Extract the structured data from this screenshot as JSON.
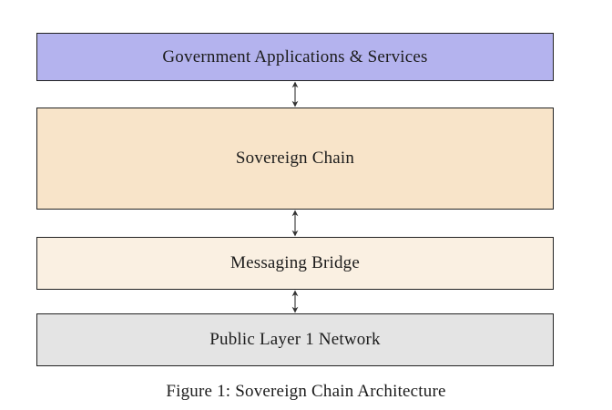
{
  "figure": {
    "caption": "Figure 1: Sovereign Chain Architecture",
    "layers": [
      {
        "label": "Government Applications & Services",
        "fill": "#b4b3ee"
      },
      {
        "label": "Sovereign Chain",
        "fill": "#f8e4c9"
      },
      {
        "label": "Messaging Bridge",
        "fill": "#faf0e2"
      },
      {
        "label": "Public Layer 1 Network",
        "fill": "#e4e4e4"
      }
    ],
    "connectors": [
      {
        "between": "Government Applications & Services / Sovereign Chain",
        "type": "bidirectional-arrow"
      },
      {
        "between": "Sovereign Chain / Messaging Bridge",
        "type": "bidirectional-arrow"
      },
      {
        "between": "Messaging Bridge / Public Layer 1 Network",
        "type": "bidirectional-arrow"
      }
    ],
    "colors": {
      "border": "#222222",
      "text": "#1c1c1c",
      "arrow": "#333333",
      "background": "#ffffff"
    }
  }
}
